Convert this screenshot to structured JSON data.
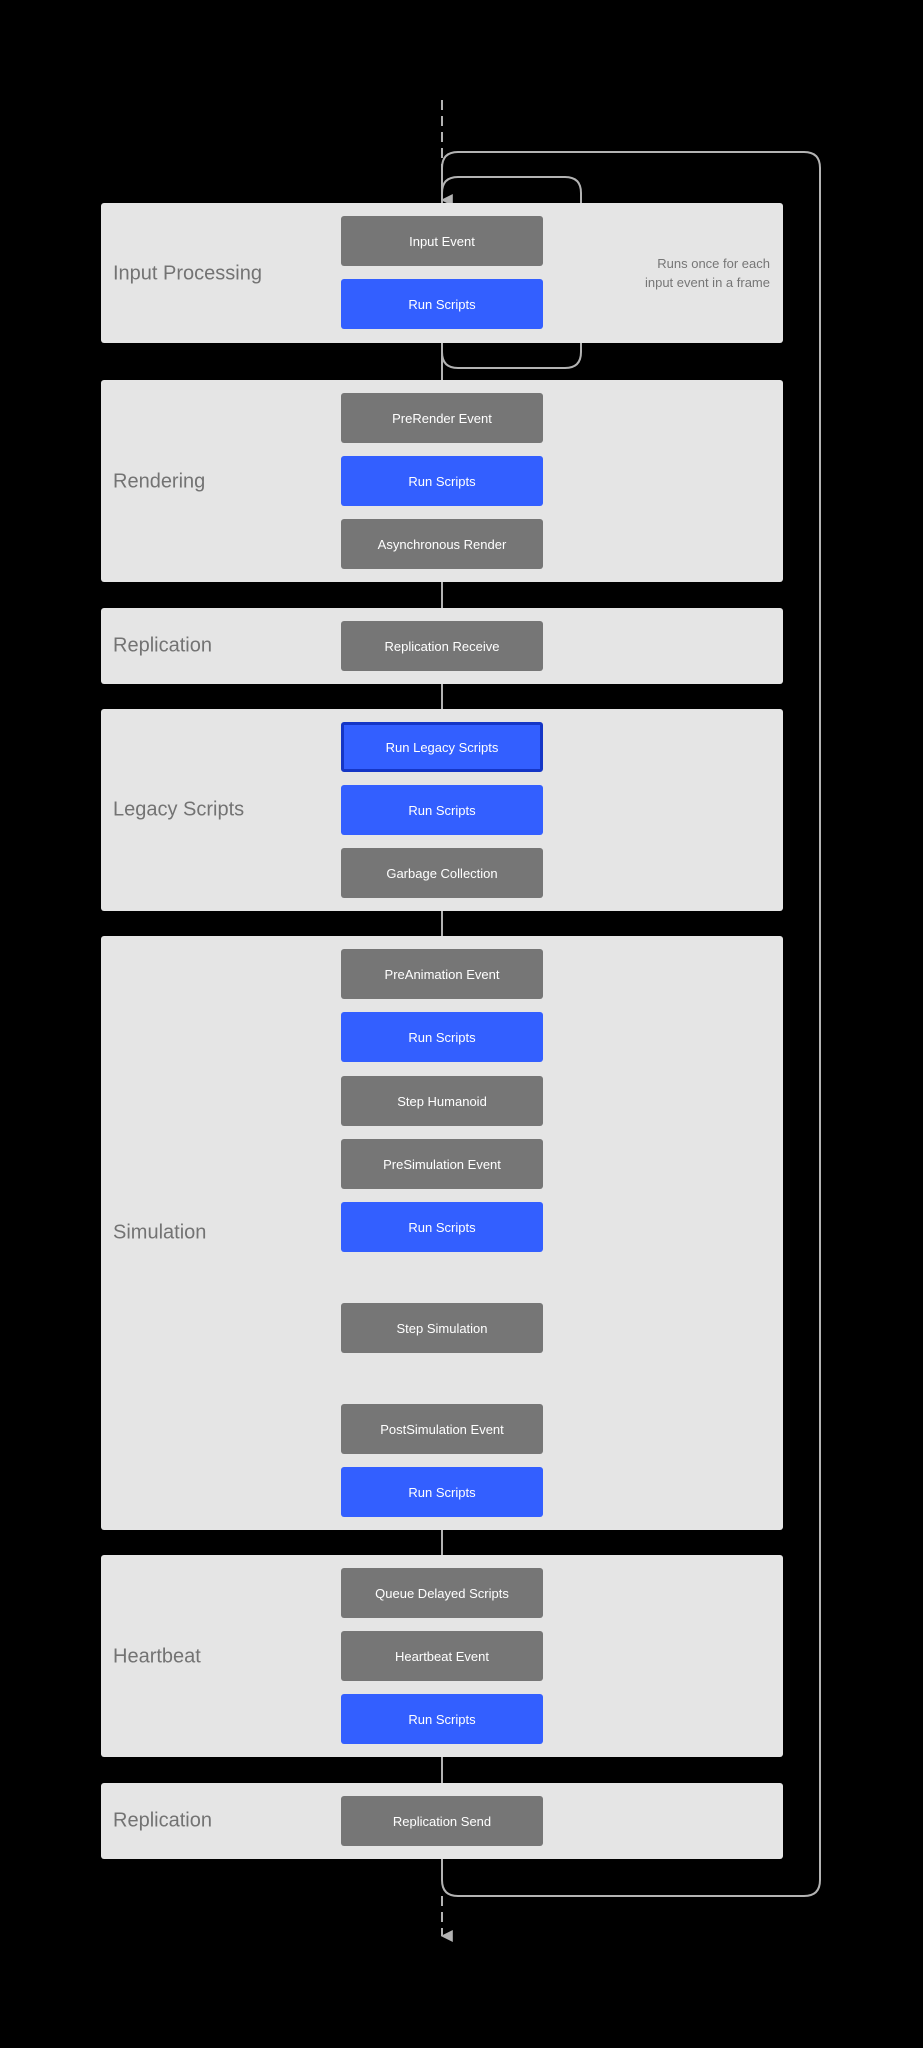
{
  "sections": {
    "input_processing": {
      "title": "Input Processing",
      "note_line1": "Runs once for each",
      "note_line2": "input event in a frame",
      "nodes": [
        "Input Event",
        "Run Scripts"
      ]
    },
    "rendering": {
      "title": "Rendering",
      "nodes": [
        "PreRender Event",
        "Run Scripts",
        "Asynchronous Render"
      ]
    },
    "replication_receive": {
      "title": "Replication",
      "nodes": [
        "Replication Receive"
      ]
    },
    "legacy_scripts": {
      "title": "Legacy Scripts",
      "nodes": [
        "Run Legacy Scripts",
        "Run Scripts",
        "Garbage Collection"
      ]
    },
    "simulation": {
      "title": "Simulation",
      "nodes": [
        "PreAnimation Event",
        "Run Scripts",
        "Step Humanoid",
        "PreSimulation Event",
        "Run Scripts",
        "Step Simulation",
        "PostSimulation Event",
        "Run Scripts"
      ]
    },
    "heartbeat": {
      "title": "Heartbeat",
      "nodes": [
        "Queue Delayed Scripts",
        "Heartbeat Event",
        "Run Scripts"
      ]
    },
    "replication_send": {
      "title": "Replication",
      "nodes": [
        "Replication Send"
      ]
    }
  },
  "colors": {
    "background": "#000000",
    "panel": "#e5e5e5",
    "event_node": "#767676",
    "script_node": "#335fff",
    "selected_border": "#1536c6",
    "connector": "#b3b3b3",
    "script_bracket": "#335fff",
    "section_title": "#737373"
  }
}
